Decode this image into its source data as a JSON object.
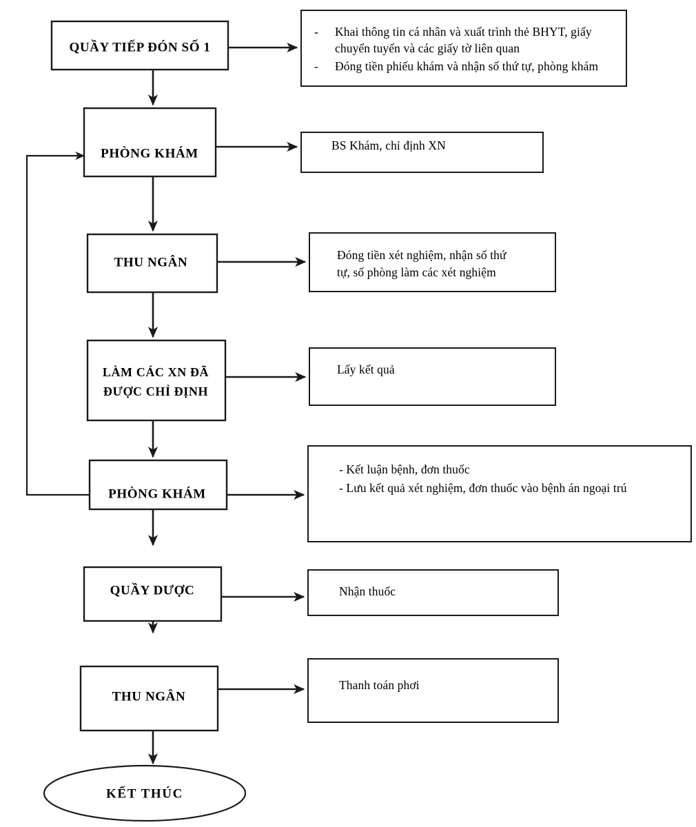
{
  "diagram": {
    "title": "Quy trinh kham benh ngoai tru",
    "type": "flowchart",
    "stroke_color": "#1a1a1a",
    "background_color": "#ffffff"
  },
  "stages": [
    {
      "id": "reception",
      "label": "QUẦY TIẾP ĐÓN SỐ 1",
      "shape": "rect"
    },
    {
      "id": "clinic-1",
      "label": "PHÒNG KHÁM",
      "shape": "rect"
    },
    {
      "id": "cashier-1",
      "label": "THU NGÂN",
      "shape": "rect"
    },
    {
      "id": "lab-tests",
      "label_line1": "LÀM CÁC XN ĐÃ",
      "label_line2": "ĐƯỢC CHỈ ĐỊNH",
      "shape": "rect"
    },
    {
      "id": "clinic-2",
      "label": "PHÒNG KHÁM",
      "shape": "rect"
    },
    {
      "id": "pharmacy",
      "label": "QUẦY DƯỢC",
      "shape": "rect"
    },
    {
      "id": "cashier-2",
      "label": "THU NGÂN",
      "shape": "rect"
    },
    {
      "id": "end",
      "label": "KẾT THÚC",
      "shape": "ellipse"
    }
  ],
  "descriptions": [
    {
      "id": "desc-reception",
      "bullet_marker": "-",
      "lines": [
        "Khai thông tin cá nhân và xuất trình thẻ BHYT, giấy",
        "chuyển tuyến và các giấy tờ liên quan",
        "Đóng tiền phiếu khám và nhận  số thứ tự, phòng khám"
      ]
    },
    {
      "id": "desc-clinic-1",
      "lines": [
        "BS Khám, chỉ định XN"
      ]
    },
    {
      "id": "desc-cashier-1",
      "lines": [
        "Đóng tiền xét nghiệm, nhận số thứ",
        "tự, số phòng làm các xét nghiệm"
      ]
    },
    {
      "id": "desc-lab-tests",
      "lines": [
        "Lấy kết quả"
      ]
    },
    {
      "id": "desc-clinic-2",
      "lines": [
        "- Kết luận bệnh, đơn thuốc",
        "- Lưu kết quả xét nghiệm, đơn thuốc vào bệnh án ngoại trú"
      ]
    },
    {
      "id": "desc-pharmacy",
      "lines": [
        "Nhận thuốc"
      ]
    },
    {
      "id": "desc-cashier-2",
      "lines": [
        "Thanh toán phơi"
      ]
    }
  ],
  "connectors": [
    {
      "id": "reception-to-desc",
      "kind": "arrow-right"
    },
    {
      "id": "reception-to-clinic-1",
      "kind": "arrow-down"
    },
    {
      "id": "clinic-1-to-desc",
      "kind": "arrow-right"
    },
    {
      "id": "clinic-1-to-cashier-1",
      "kind": "arrow-down"
    },
    {
      "id": "cashier-1-to-desc",
      "kind": "arrow-right"
    },
    {
      "id": "cashier-1-to-lab-tests",
      "kind": "arrow-down"
    },
    {
      "id": "lab-tests-to-desc",
      "kind": "arrow-right"
    },
    {
      "id": "lab-tests-to-clinic-2",
      "kind": "arrow-down"
    },
    {
      "id": "clinic-2-to-desc",
      "kind": "arrow-right"
    },
    {
      "id": "clinic-2-to-pharmacy",
      "kind": "arrow-down"
    },
    {
      "id": "pharmacy-to-desc",
      "kind": "arrow-right"
    },
    {
      "id": "pharmacy-to-cashier-2",
      "kind": "arrow-down"
    },
    {
      "id": "cashier-2-to-desc",
      "kind": "arrow-right"
    },
    {
      "id": "cashier-2-to-end",
      "kind": "arrow-down"
    },
    {
      "id": "clinic-2-feedback-to-clinic-1",
      "kind": "loop-back-left"
    }
  ]
}
